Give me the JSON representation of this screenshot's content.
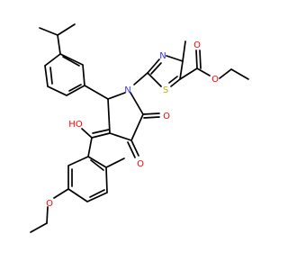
{
  "molecule": {
    "atom_labels": {
      "n_pyrrolidinone": "N",
      "n_thiazole": "N",
      "s_thiazole": "S",
      "o_ester_carbonyl": "O",
      "o_ester_ether": "O",
      "o_keto_4": "O",
      "o_keto_5": "O",
      "hydroxyl": "HO",
      "o_aryl_ether": "O"
    },
    "colors": {
      "bond": "#000000",
      "nitrogen": "#3333ff",
      "oxygen": "#ff0000",
      "sulfur": "#b2b200"
    }
  }
}
